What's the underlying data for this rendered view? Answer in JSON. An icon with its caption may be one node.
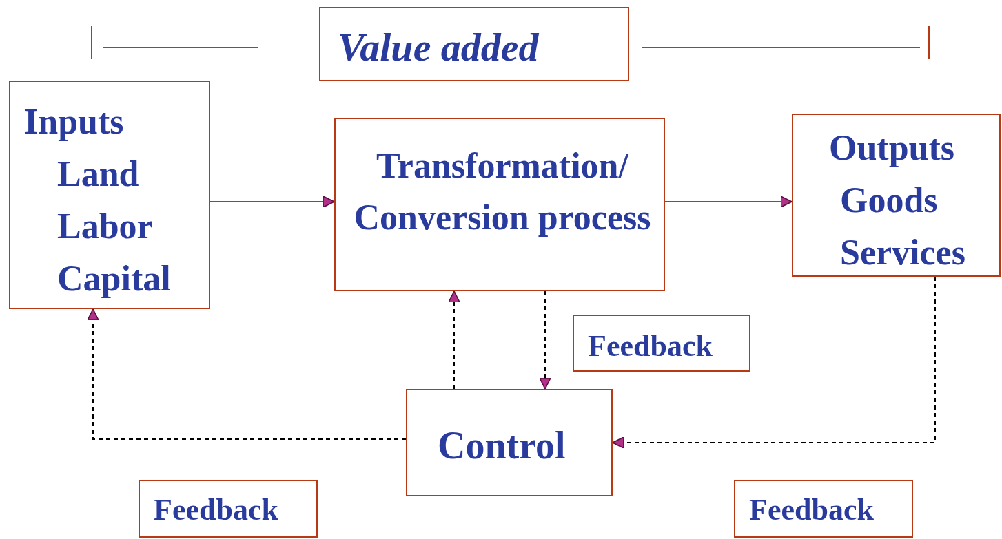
{
  "diagram": {
    "nodes": [
      {
        "text": [
          "Value added"
        ]
      },
      {
        "text": [
          "Inputs",
          "Land",
          "Labor",
          "Capital"
        ]
      },
      {
        "text": [
          "Transformation/ Conversion process"
        ]
      },
      {
        "text": [
          "Outputs",
          "Goods",
          "Services"
        ]
      },
      {
        "text": [
          "Feedback"
        ]
      },
      {
        "text": [
          "Control"
        ]
      },
      {
        "text": [
          "Feedback"
        ]
      },
      {
        "text": [
          "Feedback"
        ]
      }
    ],
    "edges": [
      {
        "from": 1,
        "to": 2,
        "arrow": "to",
        "color": "#b83a14"
      },
      {
        "from": 2,
        "to": 3,
        "arrow": "to",
        "color": "#b83a14"
      },
      {
        "from": 5,
        "to": 2,
        "arrow": "to",
        "style": "dashed"
      },
      {
        "from": 2,
        "to": 5,
        "arrow": "to",
        "style": "dashed"
      },
      {
        "from": 5,
        "to": 1,
        "arrow": "to",
        "style": "dashed"
      },
      {
        "from": 3,
        "to": 5,
        "arrow": "to",
        "style": "dashed"
      }
    ]
  }
}
